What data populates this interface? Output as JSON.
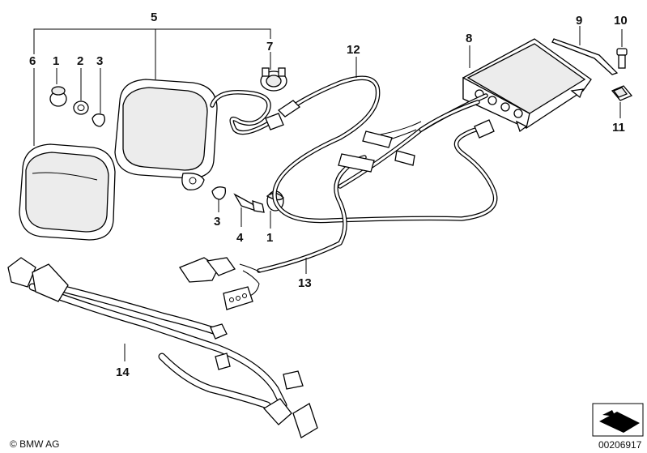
{
  "callouts": {
    "c1a": "1",
    "c2": "2",
    "c3a": "3",
    "c5": "5",
    "c6": "6",
    "c7": "7",
    "c12": "12",
    "c8": "8",
    "c9": "9",
    "c10": "10",
    "c11": "11",
    "c3b": "3",
    "c4": "4",
    "c1b": "1",
    "c13": "13",
    "c14": "14"
  },
  "footer": {
    "copyright": "© BMW AG",
    "diagram_id": "00206917"
  },
  "icons": [
    "corner-arrow-icon"
  ]
}
